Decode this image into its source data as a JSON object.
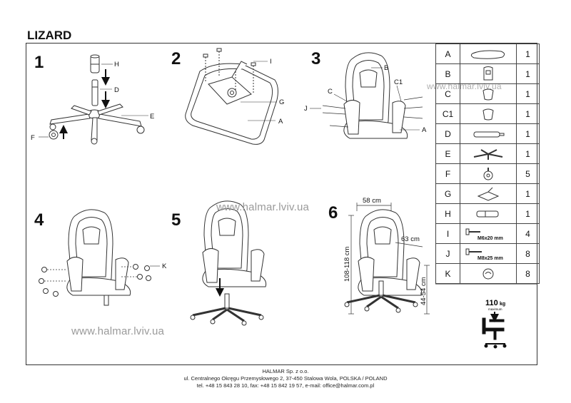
{
  "document": {
    "title": "LIZARD",
    "watermark": "www.halmar.lviv.ua",
    "footer": {
      "company": "HALMAR Sp. z o.o.",
      "address": "ul. Centralnego Okręgu Przemysłowego 2, 37-450 Stalowa Wola, POLSKA / POLAND",
      "contact": "tel. +48 15 843 28 10, fax: +48 15 842 19 57, e-mail: office@halmar.com.pl"
    }
  },
  "steps": [
    {
      "number": "1",
      "labels": [
        "H",
        "D",
        "E",
        "F"
      ]
    },
    {
      "number": "2",
      "labels": [
        "I",
        "G",
        "A"
      ]
    },
    {
      "number": "3",
      "labels": [
        "B",
        "C",
        "C1",
        "J",
        "A"
      ]
    },
    {
      "number": "4",
      "labels": [
        "K"
      ]
    },
    {
      "number": "5",
      "labels": []
    },
    {
      "number": "6",
      "labels": []
    }
  ],
  "dimensions": {
    "width": "58 cm",
    "depth": "63 cm",
    "height": "108-118 cm",
    "seat_height": "44-54 cm"
  },
  "parts": [
    {
      "letter": "A",
      "qty": "1",
      "icon": "seat-icon"
    },
    {
      "letter": "B",
      "qty": "1",
      "icon": "backrest-icon"
    },
    {
      "letter": "C",
      "qty": "1",
      "icon": "armrest-left-icon"
    },
    {
      "letter": "C1",
      "qty": "1",
      "icon": "armrest-right-icon"
    },
    {
      "letter": "D",
      "qty": "1",
      "icon": "gas-lift-icon"
    },
    {
      "letter": "E",
      "qty": "1",
      "icon": "star-base-icon"
    },
    {
      "letter": "F",
      "qty": "5",
      "icon": "caster-icon"
    },
    {
      "letter": "G",
      "qty": "1",
      "icon": "mechanism-icon"
    },
    {
      "letter": "H",
      "qty": "1",
      "icon": "gas-lift-cover-icon"
    },
    {
      "letter": "I",
      "qty": "4",
      "icon": "bolt-icon",
      "spec": "M6x20 mm"
    },
    {
      "letter": "J",
      "qty": "8",
      "icon": "bolt-icon",
      "spec": "M8x25 mm"
    },
    {
      "letter": "K",
      "qty": "8",
      "icon": "cap-icon"
    }
  ],
  "max_load": {
    "value": "110",
    "unit": "kg",
    "caption": "maximum"
  },
  "colors": {
    "line": "#333333",
    "watermark": "#9a9a9a"
  }
}
